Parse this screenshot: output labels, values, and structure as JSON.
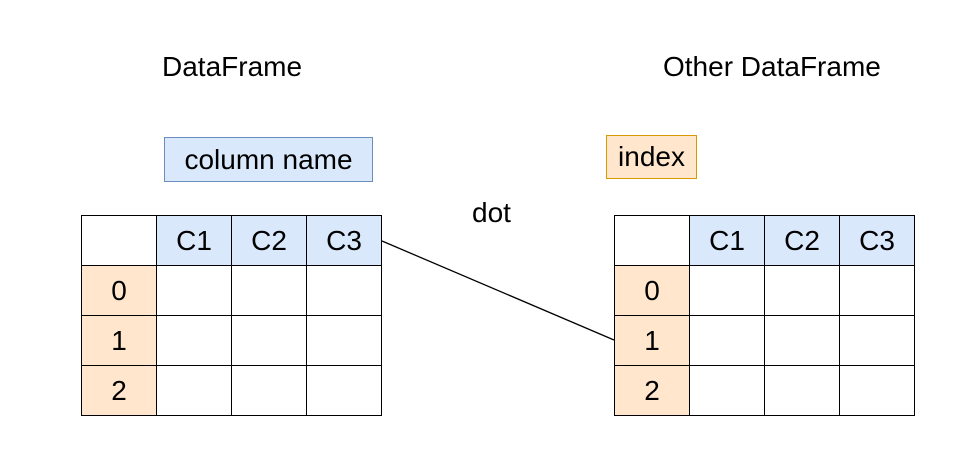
{
  "left": {
    "title": "DataFrame",
    "tag": "column name",
    "columns": [
      "C1",
      "C2",
      "C3"
    ],
    "index": [
      "0",
      "1",
      "2"
    ]
  },
  "right": {
    "title": "Other DataFrame",
    "tag": "index",
    "columns": [
      "C1",
      "C2",
      "C3"
    ],
    "index": [
      "0",
      "1",
      "2"
    ]
  },
  "operation": "dot",
  "colors": {
    "column_fill": "#dae8fc",
    "column_border": "#6c8ebf",
    "index_fill": "#ffe6cc",
    "index_border": "#d79b00"
  }
}
